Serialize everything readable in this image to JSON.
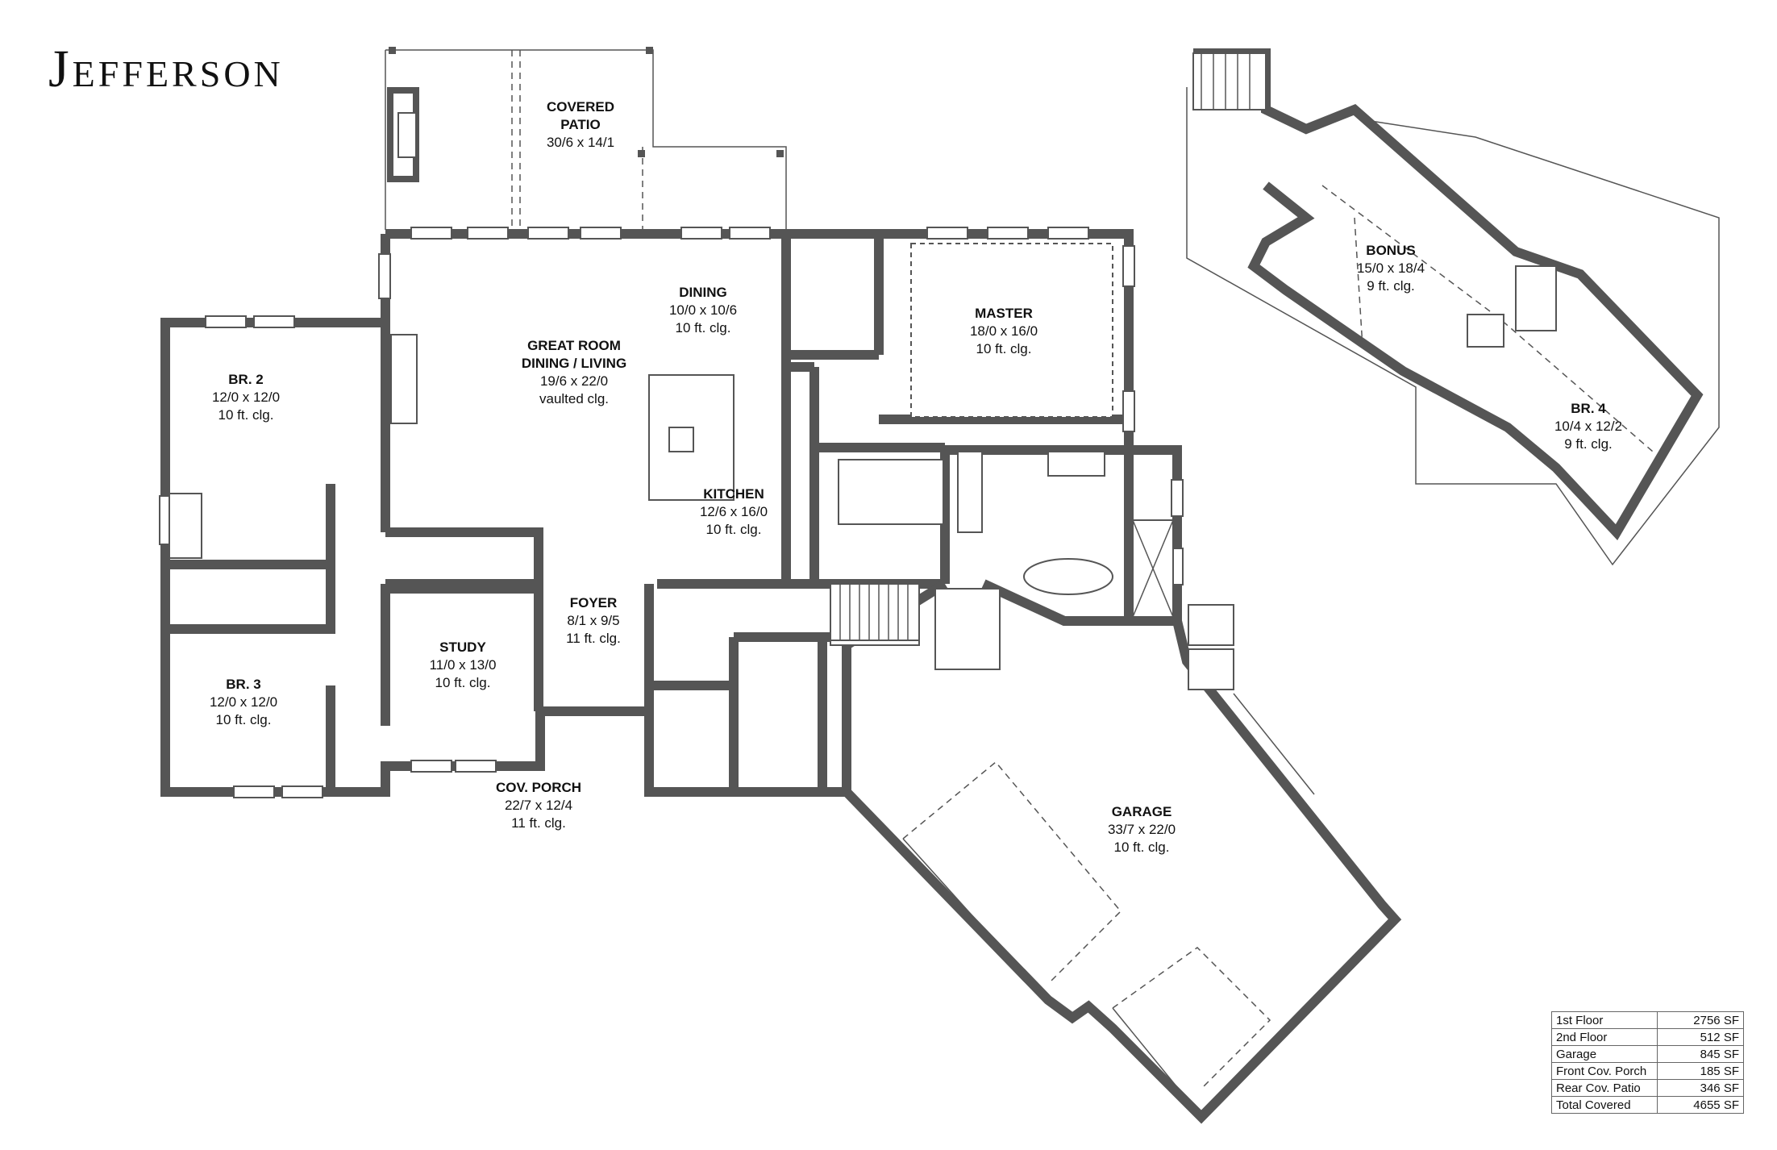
{
  "title": "Jefferson",
  "rooms": {
    "covered_patio": {
      "name": "COVERED PATIO",
      "dims": "30/6 x 14/1",
      "ceiling": ""
    },
    "great_room": {
      "name": "GREAT ROOM DINING / LIVING",
      "dims": "19/6 x 22/0",
      "ceiling": "vaulted clg."
    },
    "dining": {
      "name": "DINING",
      "dims": "10/0 x 10/6",
      "ceiling": "10 ft. clg."
    },
    "kitchen": {
      "name": "KITCHEN",
      "dims": "12/6 x 16/0",
      "ceiling": "10 ft. clg."
    },
    "master": {
      "name": "MASTER",
      "dims": "18/0 x 16/0",
      "ceiling": "10 ft. clg."
    },
    "br2": {
      "name": "BR. 2",
      "dims": "12/0 x 12/0",
      "ceiling": "10 ft. clg."
    },
    "br3": {
      "name": "BR. 3",
      "dims": "12/0 x 12/0",
      "ceiling": "10 ft. clg."
    },
    "study": {
      "name": "STUDY",
      "dims": "11/0 x 13/0",
      "ceiling": "10 ft. clg."
    },
    "foyer": {
      "name": "FOYER",
      "dims": "8/1 x 9/5",
      "ceiling": "11 ft. clg."
    },
    "cov_porch": {
      "name": "COV. PORCH",
      "dims": "22/7 x 12/4",
      "ceiling": "11 ft. clg."
    },
    "garage": {
      "name": "GARAGE",
      "dims": "33/7 x 22/0",
      "ceiling": "10 ft. clg."
    },
    "bonus": {
      "name": "BONUS",
      "dims": "15/0 x 18/4",
      "ceiling": "9 ft. clg."
    },
    "br4": {
      "name": "BR. 4",
      "dims": "10/4 x 12/2",
      "ceiling": "9 ft. clg."
    }
  },
  "square_footage": [
    {
      "label": "1st Floor",
      "value": "2756 SF"
    },
    {
      "label": "2nd Floor",
      "value": "512 SF"
    },
    {
      "label": "Garage",
      "value": "845 SF"
    },
    {
      "label": "Front Cov. Porch",
      "value": "185 SF"
    },
    {
      "label": "Rear Cov. Patio",
      "value": "346 SF"
    },
    {
      "label": "Total Covered",
      "value": "4655 SF"
    }
  ]
}
